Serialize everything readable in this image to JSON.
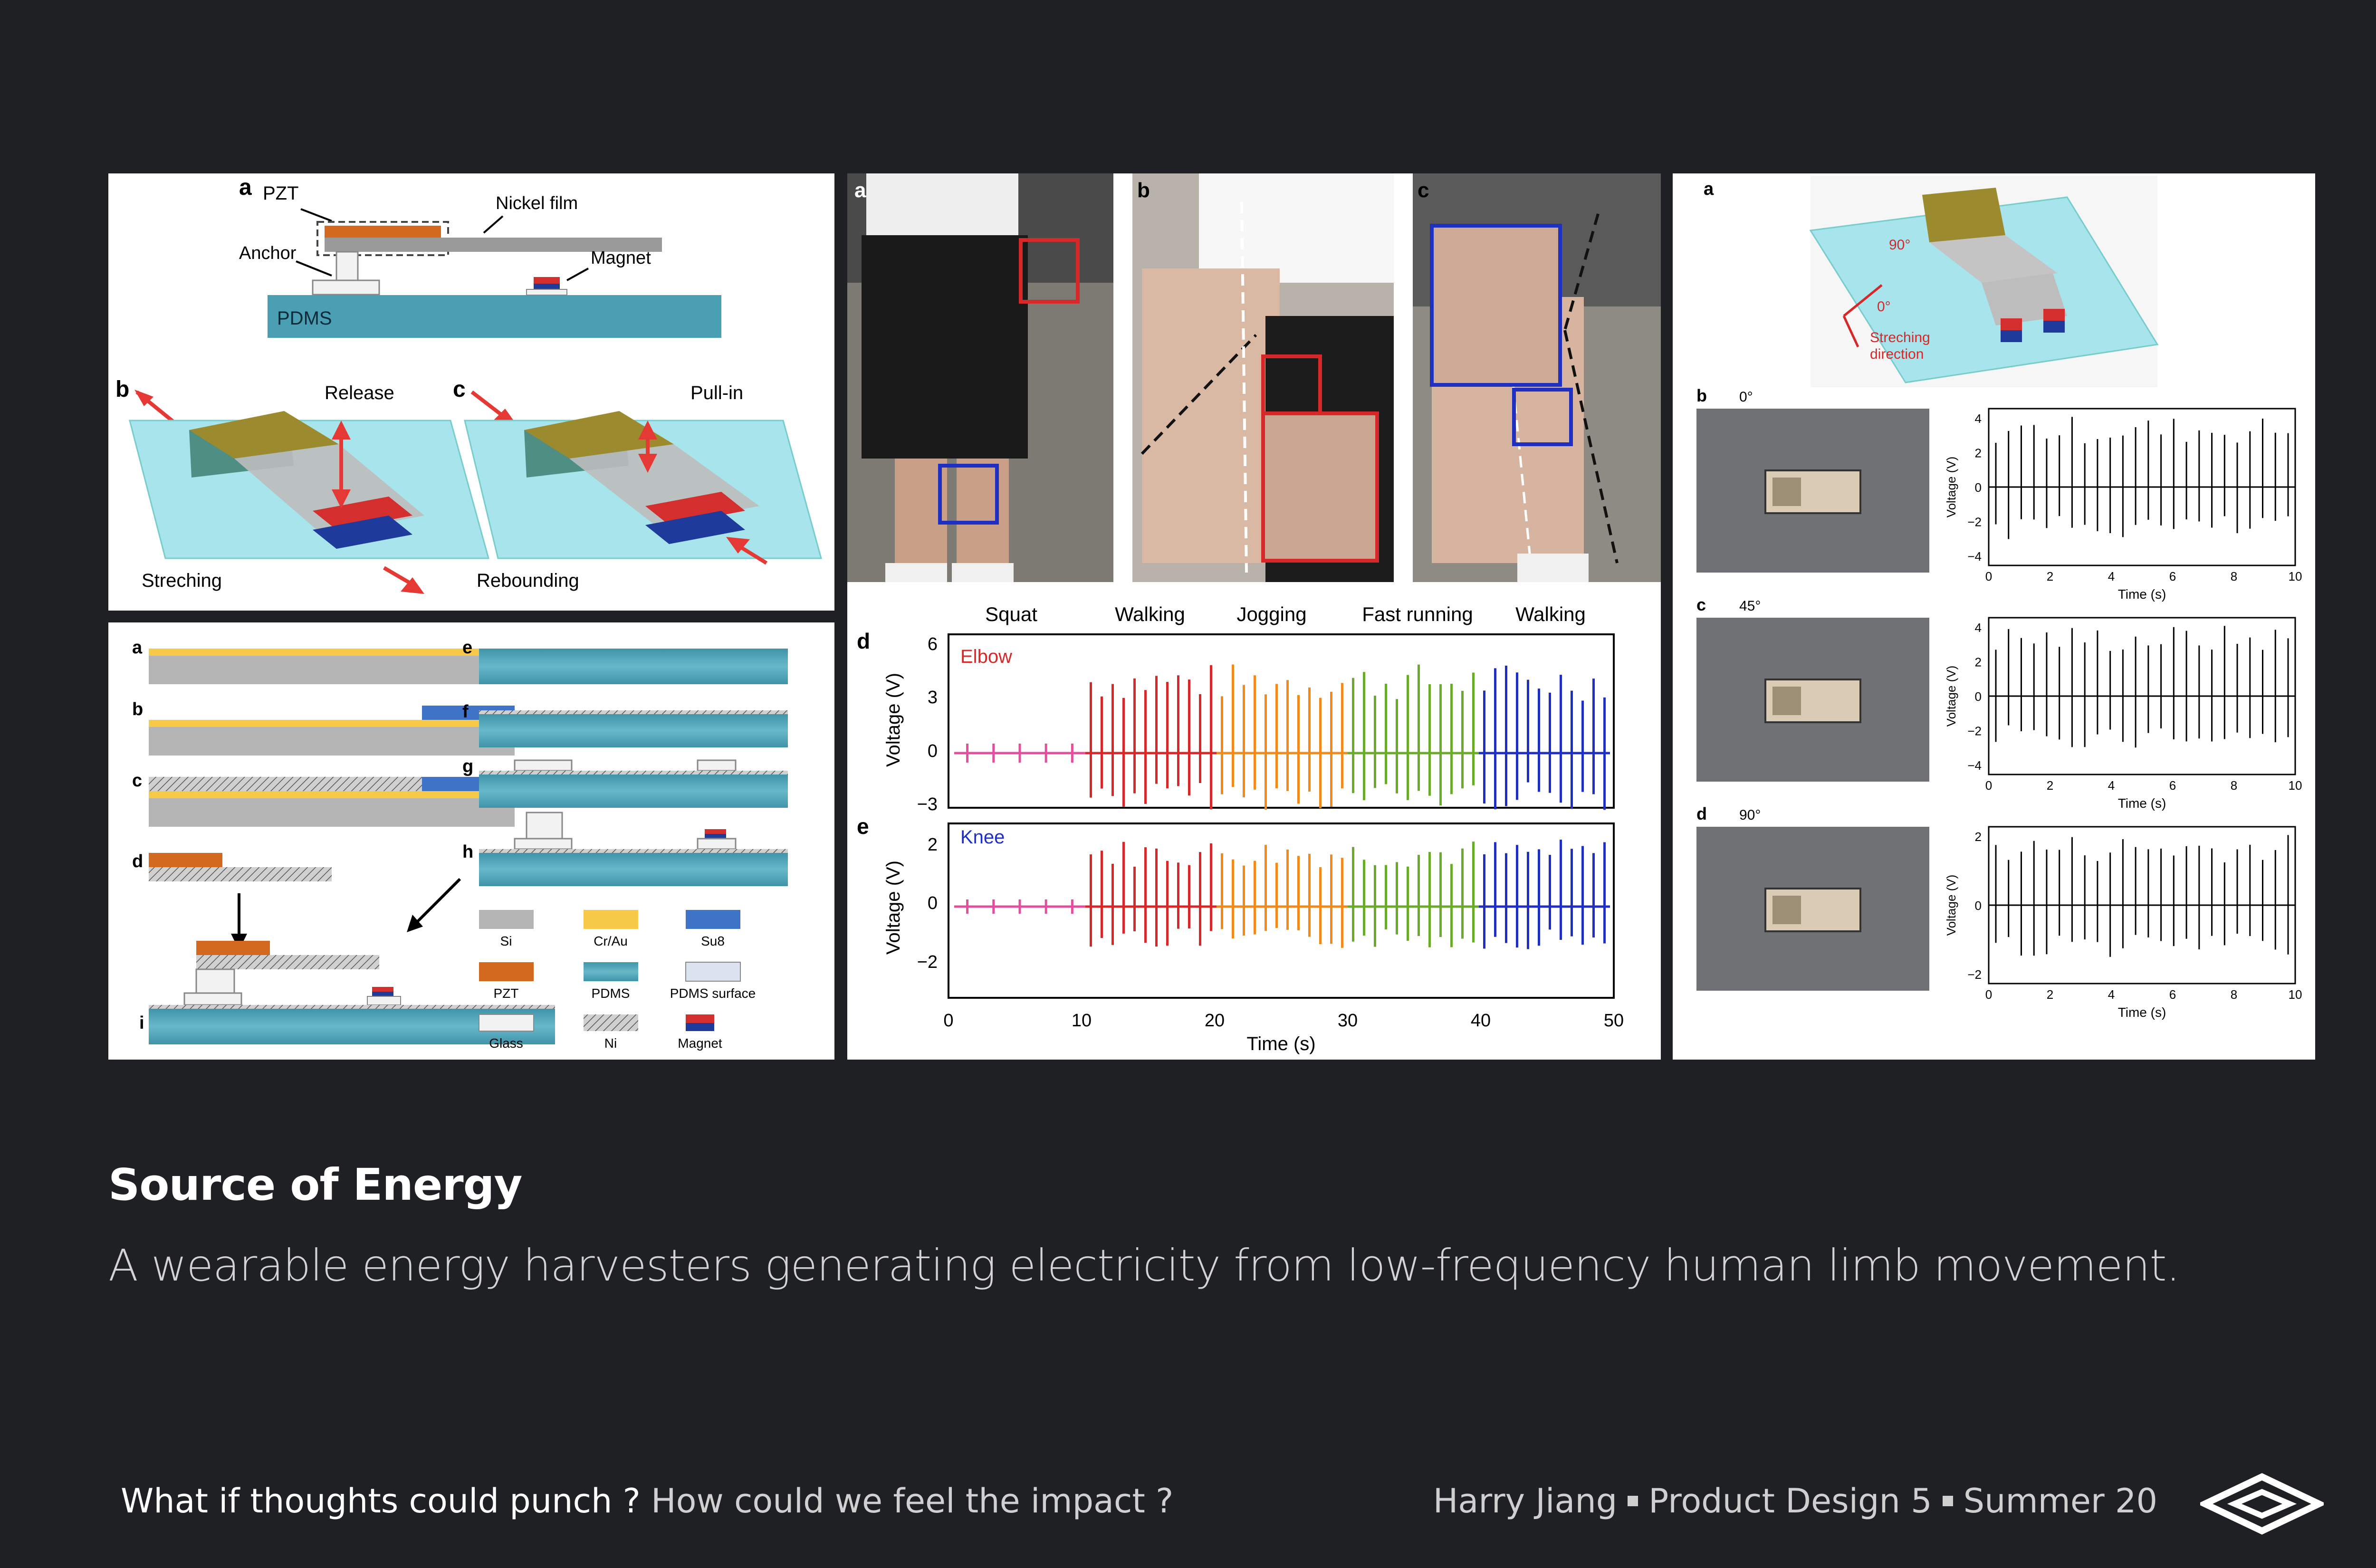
{
  "title": "Source of Energy",
  "subtitle": "A wearable energy harvesters generating electricity from low-frequency human limb movement.",
  "footer": {
    "question1": "What if thoughts could punch ?",
    "question2": "How could we feel the impact ?",
    "author": "Harry Jiang",
    "course": "Product Design 5",
    "term": "Summer 20"
  },
  "logo_icon": "diamond-logo-icon",
  "colors": {
    "background": "#1f2023",
    "pdms": "#4a9fb3",
    "pzt": "#d2691e",
    "magnet_red": "#d32f2f",
    "magnet_blue": "#1e3a9a"
  },
  "fig1": {
    "labels": {
      "a": "a",
      "b": "b",
      "c": "c"
    },
    "pzt": "PZT",
    "nickel": "Nickel film",
    "anchor": "Anchor",
    "magnet": "Magnet",
    "pdms": "PDMS",
    "release": "Release",
    "pullin": "Pull-in",
    "streching": "Streching",
    "rebounding": "Rebounding"
  },
  "fig2": {
    "steps": [
      "a",
      "b",
      "c",
      "d",
      "e",
      "f",
      "g",
      "h",
      "i"
    ],
    "legend": [
      "Si",
      "Cr/Au",
      "Su8",
      "PZT",
      "PDMS",
      "PDMS surface",
      "Glass",
      "Ni",
      "Magnet"
    ]
  },
  "fig3": {
    "photo_labels": [
      "a",
      "b",
      "c"
    ],
    "label_d": "d",
    "label_e": "e",
    "phases": [
      "Squat",
      "Walking",
      "Jogging",
      "Fast running",
      "Walking"
    ],
    "elbow": "Elbow",
    "knee": "Knee",
    "ylabel": "Voltage (V)",
    "xlabel": "Time (s)",
    "elbow_ticks": [
      "6",
      "3",
      "0",
      "−3"
    ],
    "knee_ticks": [
      "2",
      "0",
      "−2"
    ],
    "xticks": [
      "0",
      "10",
      "20",
      "30",
      "40",
      "50"
    ]
  },
  "fig4": {
    "label_a": "a",
    "deg90": "90°",
    "deg0": "0°",
    "streching": "Streching",
    "direction": "direction",
    "rows": [
      {
        "label": "b",
        "angle": "0°",
        "yticks": [
          "4",
          "2",
          "0",
          "−2",
          "−4"
        ]
      },
      {
        "label": "c",
        "angle": "45°",
        "yticks": [
          "4",
          "2",
          "0",
          "−2",
          "−4"
        ]
      },
      {
        "label": "d",
        "angle": "90°",
        "yticks": [
          "2",
          "0",
          "−2"
        ]
      }
    ],
    "xticks": [
      "0",
      "2",
      "4",
      "6",
      "8",
      "10"
    ],
    "ylabel": "Voltage (V)",
    "xlabel": "Time (s)"
  }
}
